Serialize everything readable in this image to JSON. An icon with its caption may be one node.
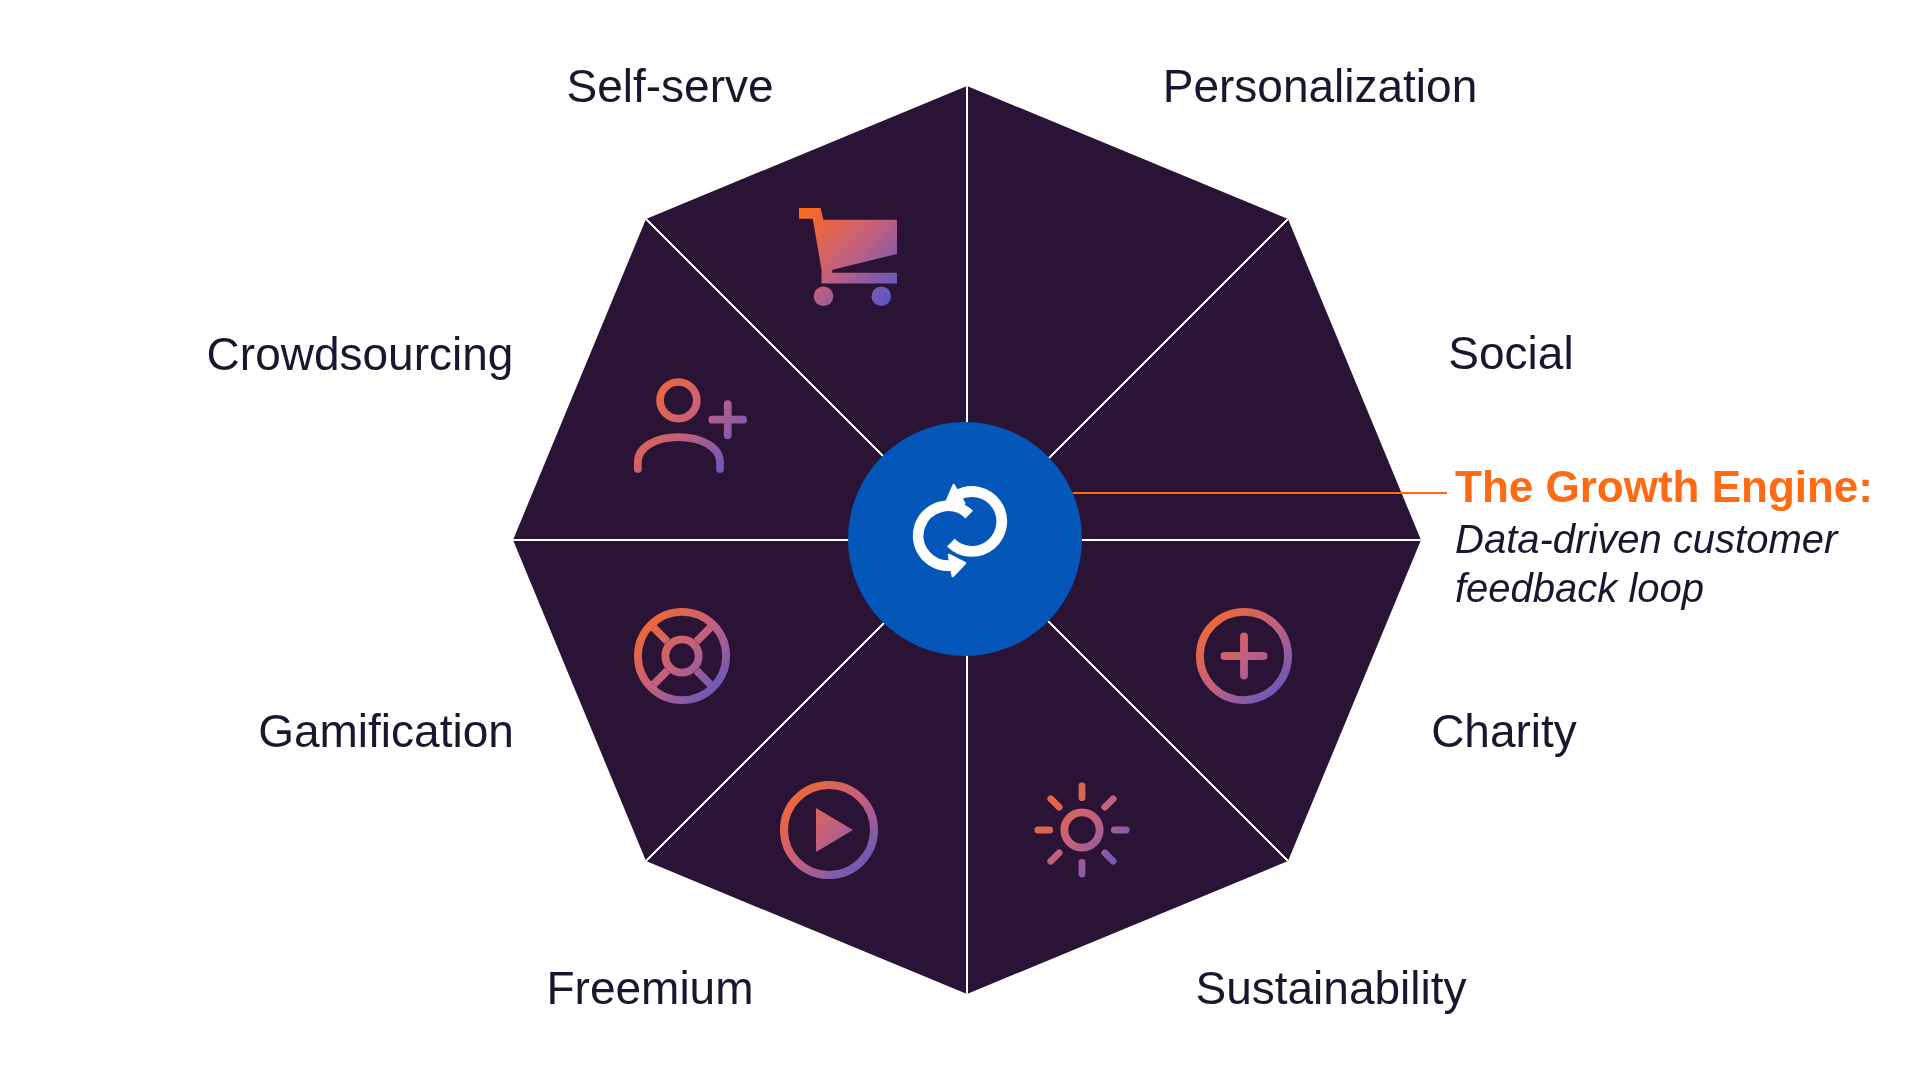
{
  "diagram": {
    "nodes": [
      {
        "text": [
          "Self-serve"
        ]
      },
      {
        "text": [
          "Personalization"
        ]
      },
      {
        "text": [
          "Crowdsourcing"
        ]
      },
      {
        "text": [
          "Social"
        ]
      },
      {
        "text": [],
        "shape": "circle"
      },
      {
        "text": [
          "The Growth Engine:",
          "Data-driven customer feedback loop"
        ]
      },
      {
        "text": [
          "Gamification"
        ]
      },
      {
        "text": [
          "Charity"
        ]
      },
      {
        "text": [
          "Freemium"
        ]
      },
      {
        "text": [
          "Sustainability"
        ]
      }
    ],
    "edges": [
      {
        "from": 5,
        "to": 4,
        "arrow": "none"
      }
    ]
  }
}
